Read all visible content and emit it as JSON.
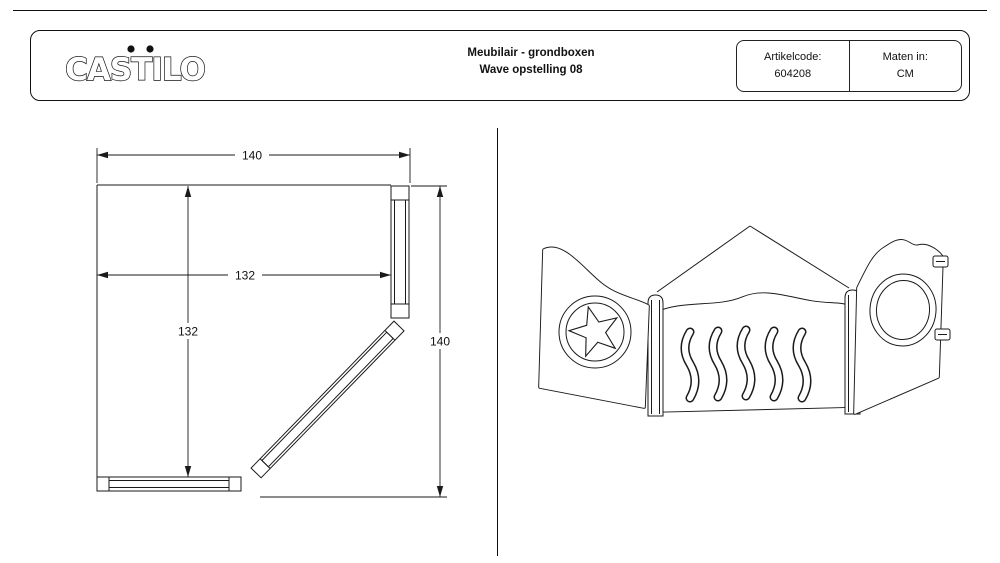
{
  "header": {
    "logo_text": "CASTILO",
    "title_line1": "Meubilair - grondboxen",
    "title_line2": "Wave opstelling 08",
    "info_box": {
      "artikelcode_label": "Artikelcode:",
      "artikelcode_value": "604208",
      "maten_label": "Maten in:",
      "maten_value": "CM"
    }
  },
  "plan_view": {
    "dim_top_width": "140",
    "dim_inner_width": "132",
    "dim_inner_height": "132",
    "dim_right_height": "140"
  },
  "colors": {
    "line_color": "#1a1a1a",
    "background": "#ffffff"
  }
}
